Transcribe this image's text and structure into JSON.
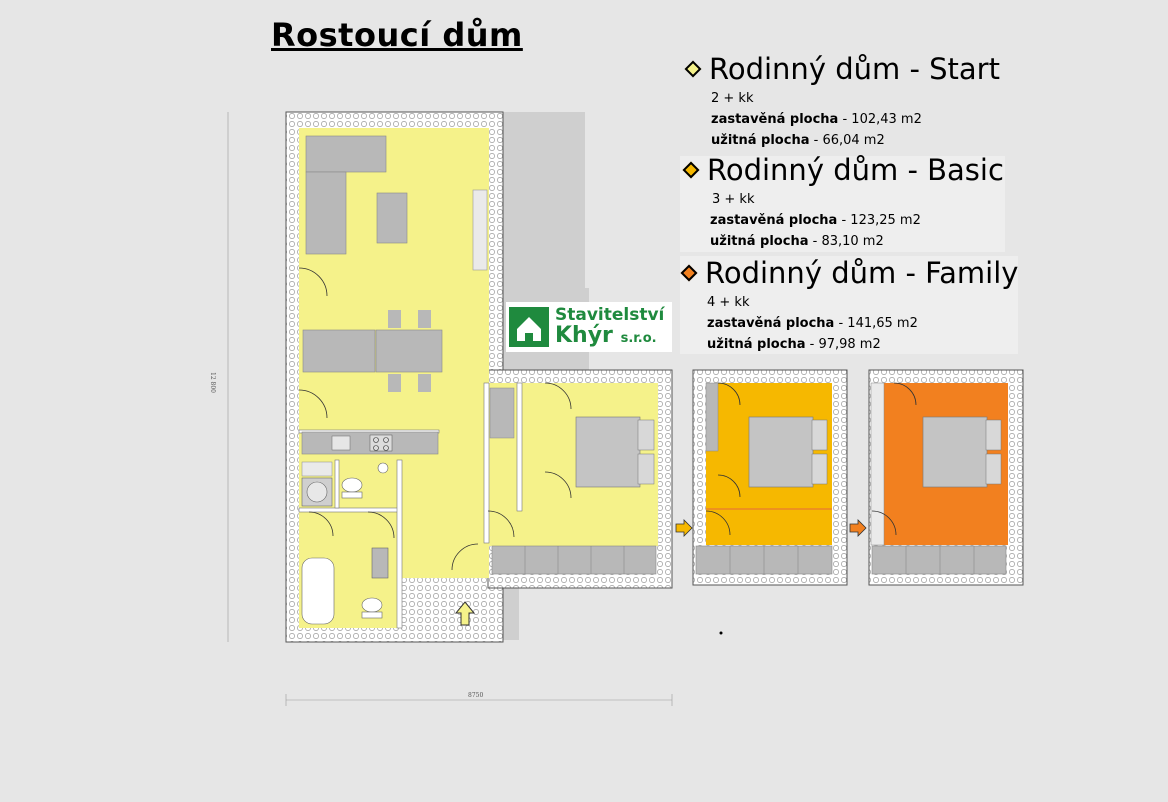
{
  "title": "Rostoucí dům",
  "colors": {
    "background": "#e6e6e6",
    "start": "#f5f28a",
    "basic": "#f6b800",
    "family": "#f2801f",
    "wall": "#ffffff",
    "furniture": "#b8b8b8",
    "logo_green": "#1f8a3e"
  },
  "variants": [
    {
      "name": "Rodinný dům - Start",
      "rooms": "2 + kk",
      "built_label": "zastavěná plocha",
      "built_value": " - 102,43 m2",
      "usable_label": "užitná plocha",
      "usable_value": " - 66,04 m2",
      "marker_color": "#f5f28a"
    },
    {
      "name": "Rodinný dům - Basic",
      "rooms": "3 + kk",
      "built_label": "zastavěná plocha",
      "built_value": " - 123,25 m2",
      "usable_label": "užitná plocha",
      "usable_value": " - 83,10 m2",
      "marker_color": "#f6b800"
    },
    {
      "name": "Rodinný dům - Family",
      "rooms": "4 + kk",
      "built_label": "zastavěná plocha",
      "built_value": " - 141,65 m2",
      "usable_label": "užitná plocha",
      "usable_value": " - 97,98 m2",
      "marker_color": "#f2801f"
    }
  ],
  "logo": {
    "line1": "Stavitelství",
    "line2": "Khýr",
    "suffix": "s.r.o."
  },
  "dimensions": {
    "width": "8750",
    "height": "12 800"
  }
}
